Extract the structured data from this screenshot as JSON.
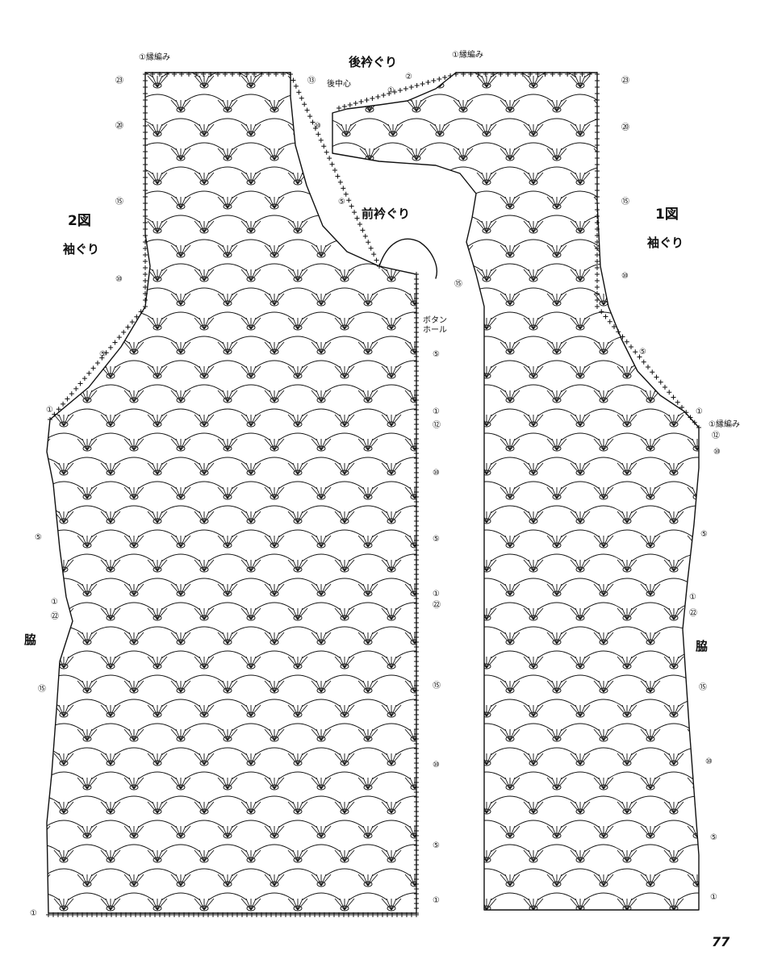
{
  "labels": {
    "fig2_title": "2図",
    "fig1_title": "1図",
    "fig2_armhole": "袖ぐり",
    "fig1_armhole": "袖ぐり",
    "back_neckline": "後衿ぐり",
    "front_neckline": "前衿ぐり",
    "back_center": "後中心",
    "buttonhole": "ボタン\nホール",
    "fig2_side": "脇",
    "fig1_side": "脇",
    "edging_top_left": "①縁編み",
    "edging_top_back": "①縁編み",
    "edging_right_armhole": "①縁編み",
    "page_number": "77"
  },
  "row_markers_fig2_left": [
    "㉓",
    "⑳",
    "⑮",
    "⑩",
    "⑤",
    "①",
    "⑤",
    "①",
    "㉒",
    "⑮",
    "①"
  ],
  "row_markers_fig2_neck": [
    "⑬",
    "⑩",
    "⑤",
    "⑮"
  ],
  "row_markers_fig2_right": [
    "⑤",
    "①",
    "⑫",
    "⑩",
    "⑤",
    "①",
    "㉒",
    "⑮",
    "⑩",
    "⑤",
    "①"
  ],
  "row_markers_back": [
    "②",
    "①"
  ],
  "row_markers_fig1_right": [
    "㉓",
    "⑳",
    "⑮",
    "⑩",
    "⑤",
    "①",
    "⑫",
    "⑩",
    "⑤",
    "①",
    "㉒",
    "⑮",
    "⑩",
    "⑤",
    "①"
  ],
  "colors": {
    "ink": "#111111",
    "paper": "#ffffff"
  }
}
